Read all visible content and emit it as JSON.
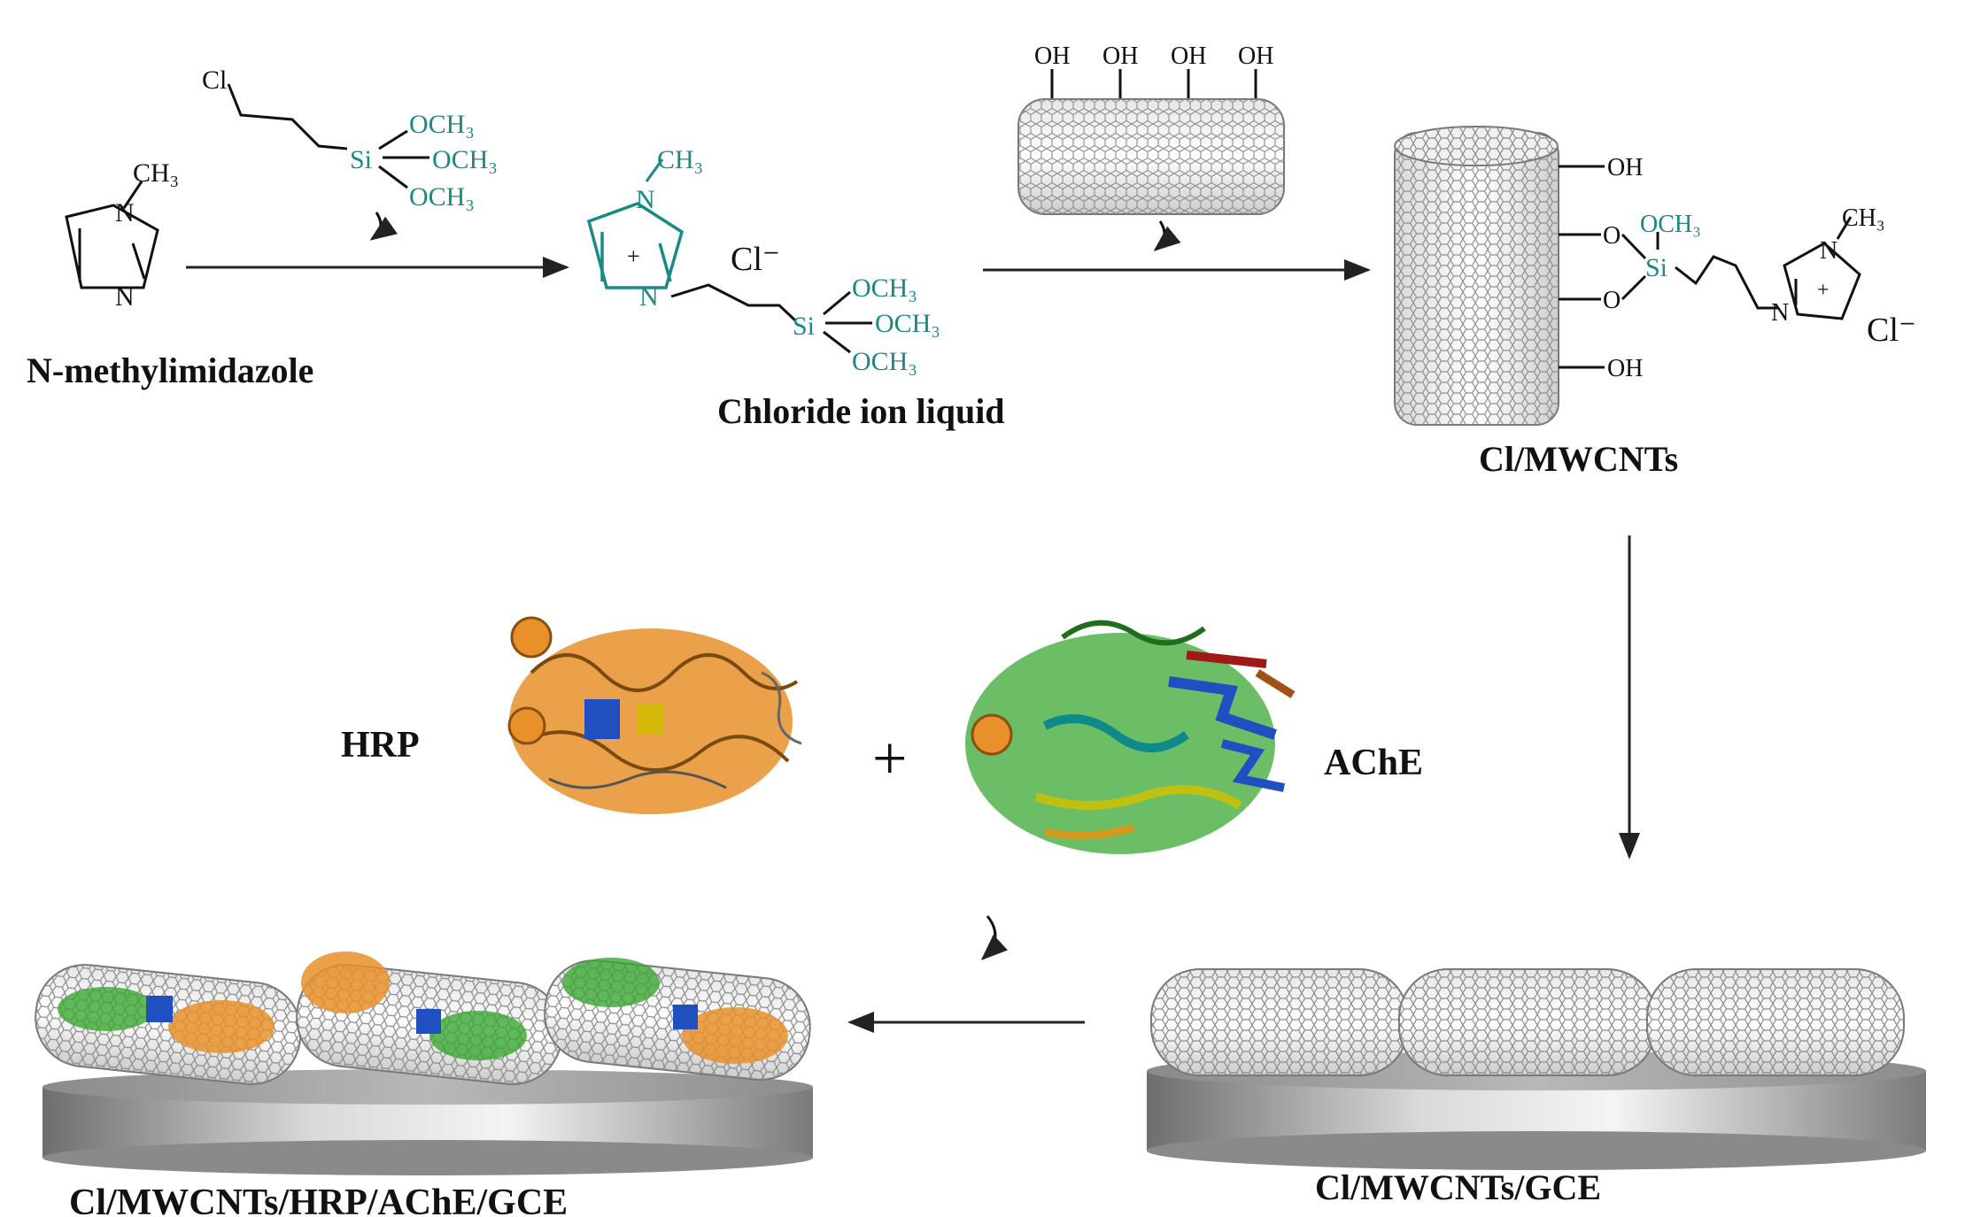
{
  "labels": {
    "n_methylimidazole": "N-methylimidazole",
    "chloride_ion_liquid": "Chloride ion liquid",
    "cl_mwcnts": "Cl/MWCNTs",
    "hrp": "HRP",
    "ache": "AChE",
    "plus": "+",
    "cl_mwcnts_gce": "Cl/MWCNTs/GCE",
    "cl_mwcnts_hrp_ache_gce": "Cl/MWCNTs/HRP/AChE/GCE"
  },
  "reagent_silane": {
    "cl": "Cl",
    "si": "Si",
    "och3_1": "OCH₃",
    "och3_2": "OCH₃",
    "och3_3": "OCH₃"
  },
  "imidazole": {
    "ch3": "CH₃",
    "n_top": "N",
    "n_bottom": "N"
  },
  "ionic_liquid": {
    "ch3": "CH₃",
    "n_top": "N",
    "n_bottom": "N",
    "plus": "+",
    "cl_minus": "Cl⁻",
    "si": "Si",
    "och3_1": "OCH₃",
    "och3_2": "OCH₃",
    "och3_3": "OCH₃"
  },
  "cnt_oh": {
    "oh_1": "OH",
    "oh_2": "OH",
    "oh_3": "OH",
    "oh_4": "OH"
  },
  "functionalized_cnt": {
    "oh_top": "OH",
    "o_1": "O",
    "o_2": "O",
    "oh_bottom": "OH",
    "si": "Si",
    "och3": "OCH₃",
    "ch3": "CH₃",
    "n_top": "N",
    "n_bottom": "N",
    "plus": "+",
    "cl_minus": "Cl⁻"
  },
  "colors": {
    "teal": "#1a8a87",
    "protein_orange": "#e8902a",
    "protein_green": "#3aa832",
    "protein_blue": "#1f4fc0",
    "electrode_gray": "#9a9a9a"
  }
}
